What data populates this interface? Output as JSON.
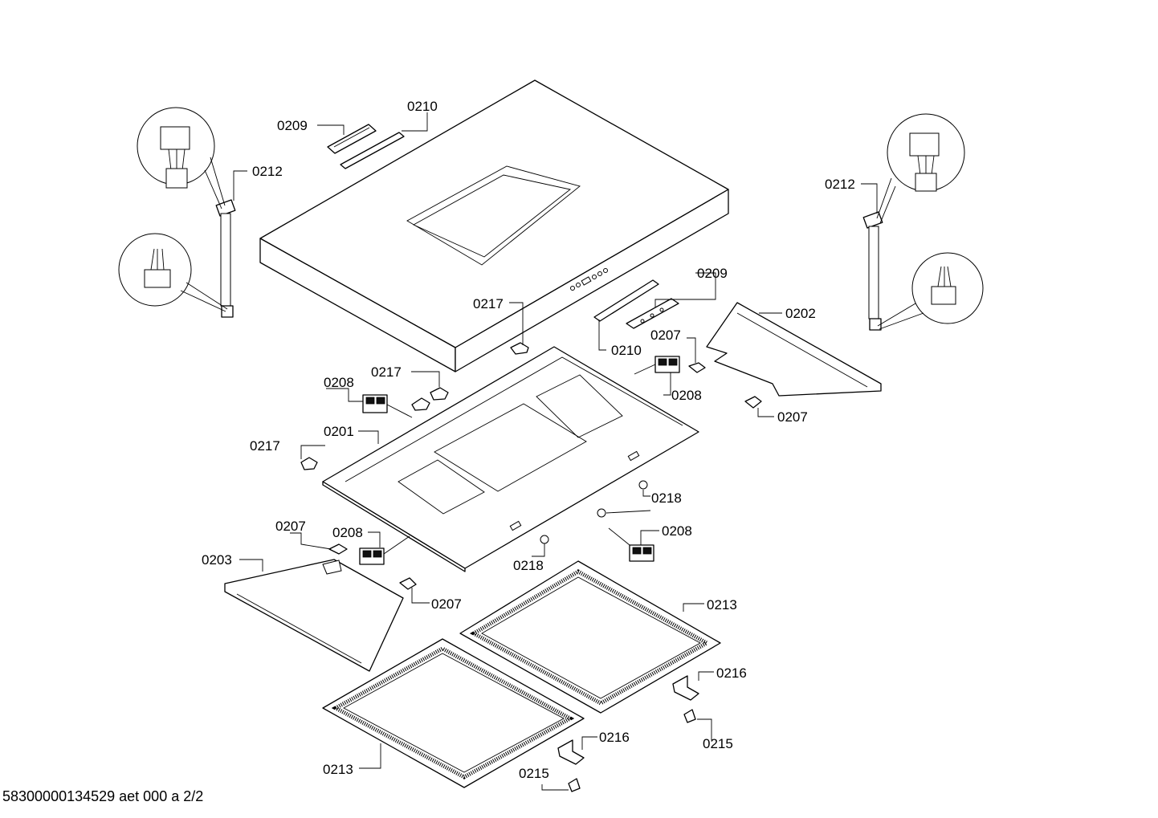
{
  "labels": {
    "p0201": "0201",
    "p0202": "0202",
    "p0203": "0203",
    "p0207": "0207",
    "p0208": "0208",
    "p0209": "0209",
    "p0210": "0210",
    "p0212": "0212",
    "p0213": "0213",
    "p0215": "0215",
    "p0216": "0216",
    "p0217": "0217",
    "p0218": "0218"
  },
  "footer": "58300000134529 aet 000 a 2/2"
}
